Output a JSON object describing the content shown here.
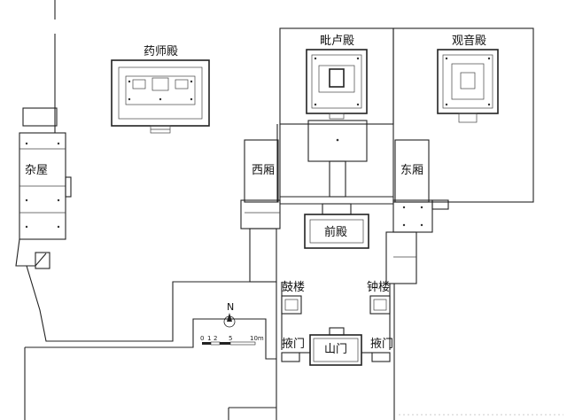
{
  "halls": {
    "yaoshi": "药师殿",
    "pilu": "毗卢殿",
    "guanyin": "观音殿",
    "zawu": "杂屋",
    "xixiang": "西厢",
    "dongxiang": "东厢",
    "qiandian": "前殿",
    "gulou": "鼓楼",
    "zhonglou": "钟楼",
    "yemen_left": "掖门",
    "yemen_right": "掖门",
    "shanmen": "山门"
  },
  "north": "N",
  "scale": {
    "ticks": [
      "0",
      "1",
      "2",
      "5",
      "10m"
    ]
  }
}
